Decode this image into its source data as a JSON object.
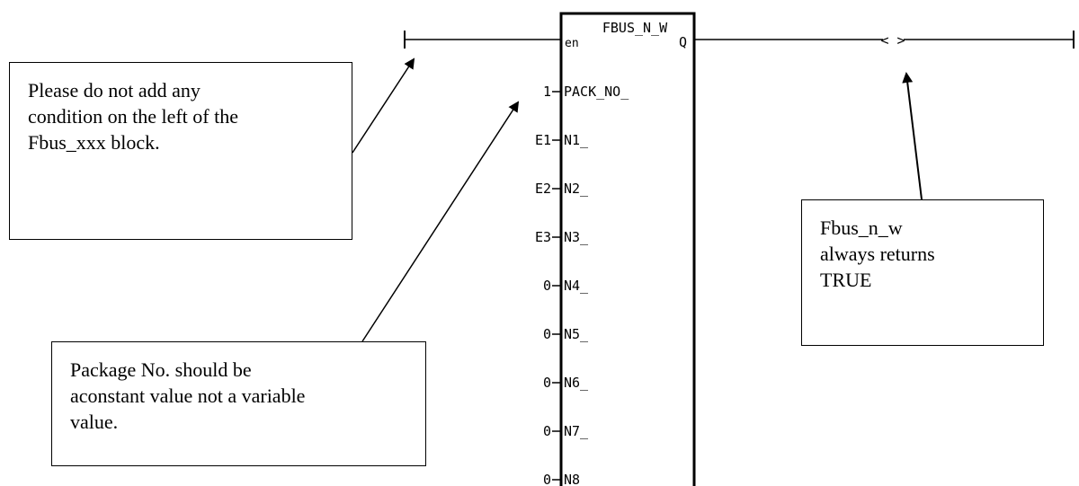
{
  "block": {
    "name": "FBUS_N_W",
    "enable_pin": "en",
    "output_pin": "Q",
    "coil": "< >",
    "inputs": [
      {
        "value": "1",
        "pin": "PACK_NO_"
      },
      {
        "value": "E1",
        "pin": "N1_"
      },
      {
        "value": "E2",
        "pin": "N2_"
      },
      {
        "value": "E3",
        "pin": "N3_"
      },
      {
        "value": "0",
        "pin": "N4_"
      },
      {
        "value": "0",
        "pin": "N5_"
      },
      {
        "value": "0",
        "pin": "N6_"
      },
      {
        "value": "0",
        "pin": "N7_"
      },
      {
        "value": "0",
        "pin": "N8"
      }
    ]
  },
  "notes": {
    "left_condition": [
      "Please do not add any",
      "condition on the left of the",
      "Fbus_xxx block."
    ],
    "package_no": [
      "Package No. should be",
      "aconstant value not a variable",
      "value."
    ],
    "returns": [
      "Fbus_n_w",
      "always returns",
      "TRUE"
    ]
  }
}
